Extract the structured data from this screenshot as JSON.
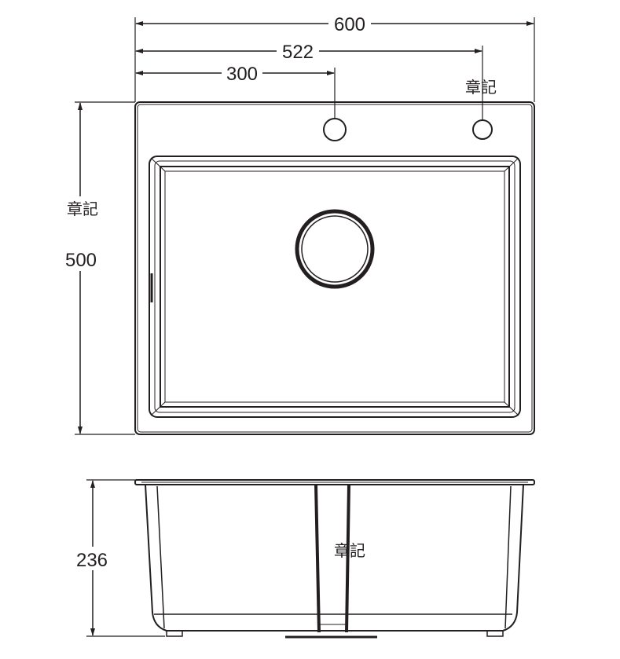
{
  "dimensions": {
    "overall_width": "600",
    "hole_span": "522",
    "hole_center": "300",
    "overall_depth": "500",
    "bowl_height": "236"
  },
  "notes": {
    "top_right": "章記",
    "left": "章記",
    "side_view": "章記"
  },
  "colors": {
    "line": "#231f20",
    "background": "#ffffff"
  }
}
